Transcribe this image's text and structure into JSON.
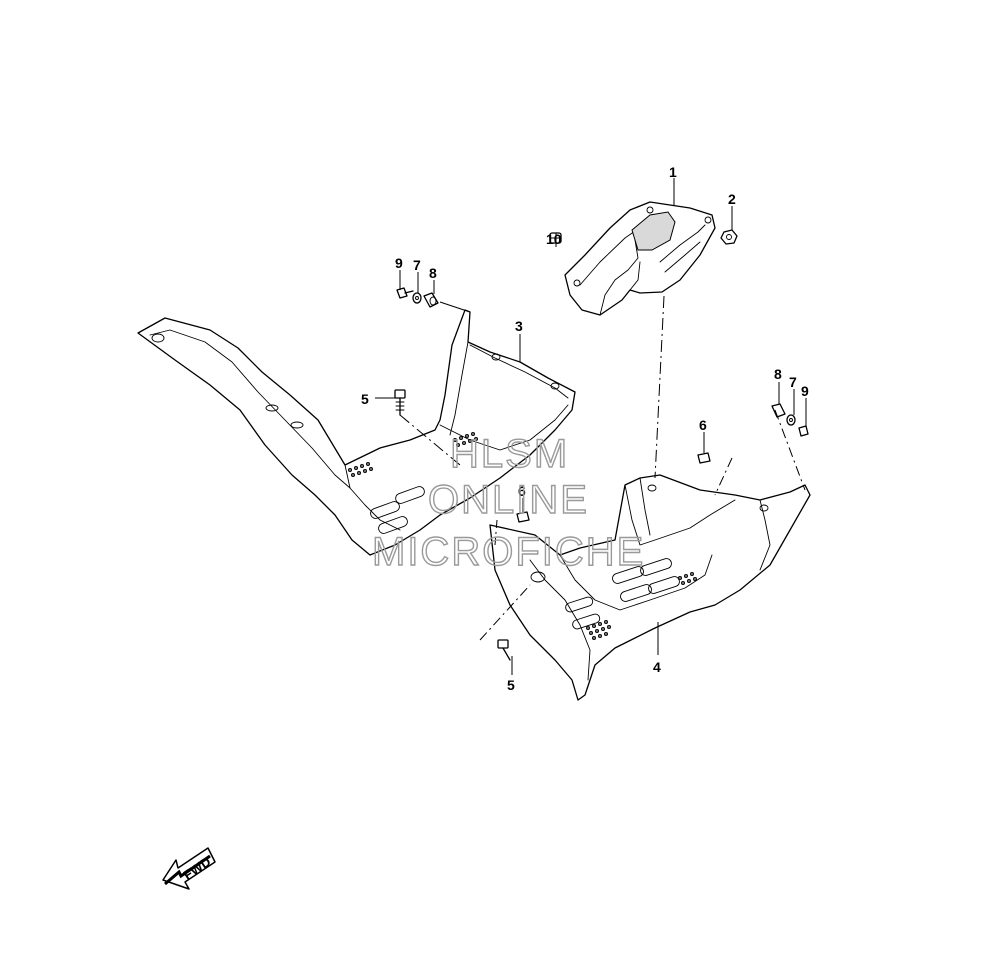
{
  "callouts": [
    {
      "id": "c1",
      "label": "1"
    },
    {
      "id": "c2",
      "label": "2"
    },
    {
      "id": "c3",
      "label": "3"
    },
    {
      "id": "c4",
      "label": "4"
    },
    {
      "id": "c5a",
      "label": "5"
    },
    {
      "id": "c5b",
      "label": "5"
    },
    {
      "id": "c6a",
      "label": "6"
    },
    {
      "id": "c6b",
      "label": "6"
    },
    {
      "id": "c7a",
      "label": "7"
    },
    {
      "id": "c7b",
      "label": "7"
    },
    {
      "id": "c8a",
      "label": "8"
    },
    {
      "id": "c8b",
      "label": "8"
    },
    {
      "id": "c9a",
      "label": "9"
    },
    {
      "id": "c9b",
      "label": "9"
    },
    {
      "id": "c10",
      "label": "10"
    }
  ],
  "watermark": {
    "line1": "HLSM",
    "line2": "ONLINE",
    "line3": "MICROFICHE"
  },
  "direction_arrow": {
    "label": "FWD",
    "icon": "forward-arrow-icon"
  }
}
